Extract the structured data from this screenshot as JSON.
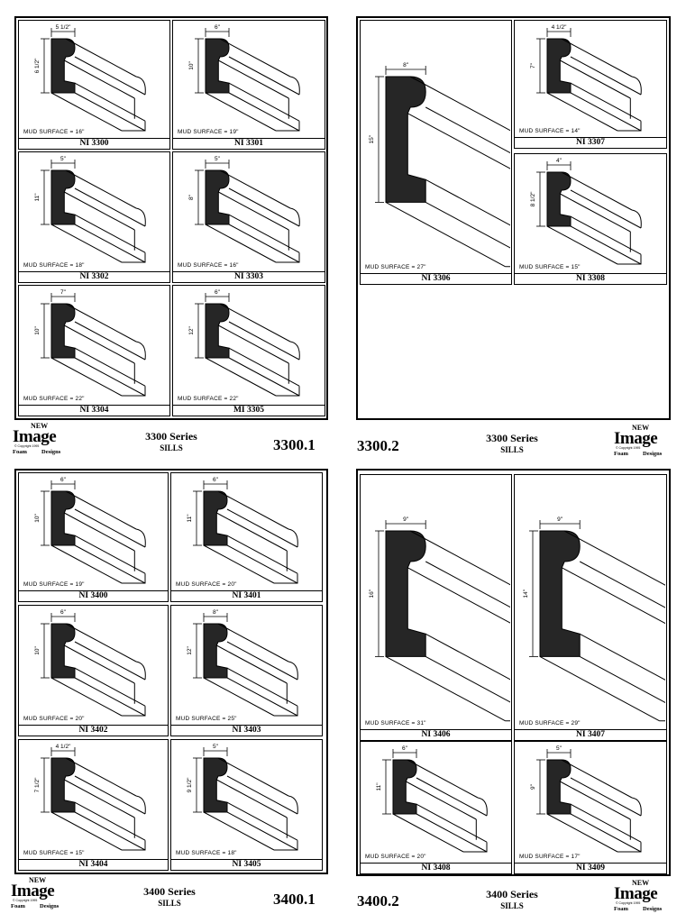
{
  "sheets": [
    {
      "series": "3300 Series",
      "sub": "SILLS",
      "page": "3300.1"
    },
    {
      "series": "3300 Series",
      "sub": "SILLS",
      "page": "3300.2"
    },
    {
      "series": "3400 Series",
      "sub": "SILLS",
      "page": "3400.1"
    },
    {
      "series": "3400 Series",
      "sub": "SILLS",
      "page": "3400.2"
    }
  ],
  "logo": {
    "new": "NEW",
    "image": "Image",
    "copyright": "© Copyright 1995",
    "foam": "Foam",
    "designs": "Designs"
  },
  "profiles": [
    {
      "id": "NI 3300",
      "mud": "MUD SURFACE = 16\"",
      "w": "5 1/2\"",
      "h": "6 1/2\""
    },
    {
      "id": "NI 3301",
      "mud": "MUD SURFACE = 19\"",
      "w": "6\"",
      "h": "10\""
    },
    {
      "id": "NI 3302",
      "mud": "MUD SURFACE = 18\"",
      "w": "5\"",
      "h": "11\""
    },
    {
      "id": "NI 3303",
      "mud": "MUD SURFACE = 16\"",
      "w": "5\"",
      "h": "8\""
    },
    {
      "id": "NI 3304",
      "mud": "MUD SURFACE = 22\"",
      "w": "7\"",
      "h": "10\""
    },
    {
      "id": "MI 3305",
      "mud": "MUD SURFACE = 22\"",
      "w": "6\"",
      "h": "12\""
    },
    {
      "id": "NI 3306",
      "mud": "MUD SURFACE = 27\"",
      "w": "8\"",
      "h": "15\""
    },
    {
      "id": "NI 3307",
      "mud": "MUD SURFACE = 14\"",
      "w": "4 1/2\"",
      "h": "7\""
    },
    {
      "id": "NI 3308",
      "mud": "MUD SURFACE = 15\"",
      "w": "4\"",
      "h": "8 1/2\""
    },
    {
      "id": "NI 3400",
      "mud": "MUD SURFACE = 19\"",
      "w": "6\"",
      "h": "10\""
    },
    {
      "id": "NI 3401",
      "mud": "MUD SURFACE = 20\"",
      "w": "6\"",
      "h": "11\""
    },
    {
      "id": "NI 3402",
      "mud": "MUD SURFACE = 20\"",
      "w": "6\"",
      "h": "10\""
    },
    {
      "id": "NI 3403",
      "mud": "MUD SURFACE = 25\"",
      "w": "8\"",
      "h": "12\""
    },
    {
      "id": "NI 3404",
      "mud": "MUD SURFACE = 15\"",
      "w": "4 1/2\"",
      "h": "7 1/2\""
    },
    {
      "id": "NI 3405",
      "mud": "MUD SURFACE = 18\"",
      "w": "5\"",
      "h": "9 1/2\""
    },
    {
      "id": "NI 3406",
      "mud": "MUD SURFACE = 31\"",
      "w": "9\"",
      "h": "16\""
    },
    {
      "id": "NI 3407",
      "mud": "MUD SURFACE = 29\"",
      "w": "9\"",
      "h": "14\""
    },
    {
      "id": "NI 3408",
      "mud": "MUD SURFACE = 20\"",
      "w": "6\"",
      "h": "11\""
    },
    {
      "id": "NI 3409",
      "mud": "MUD SURFACE = 17\"",
      "w": "5\"",
      "h": "9\""
    }
  ]
}
